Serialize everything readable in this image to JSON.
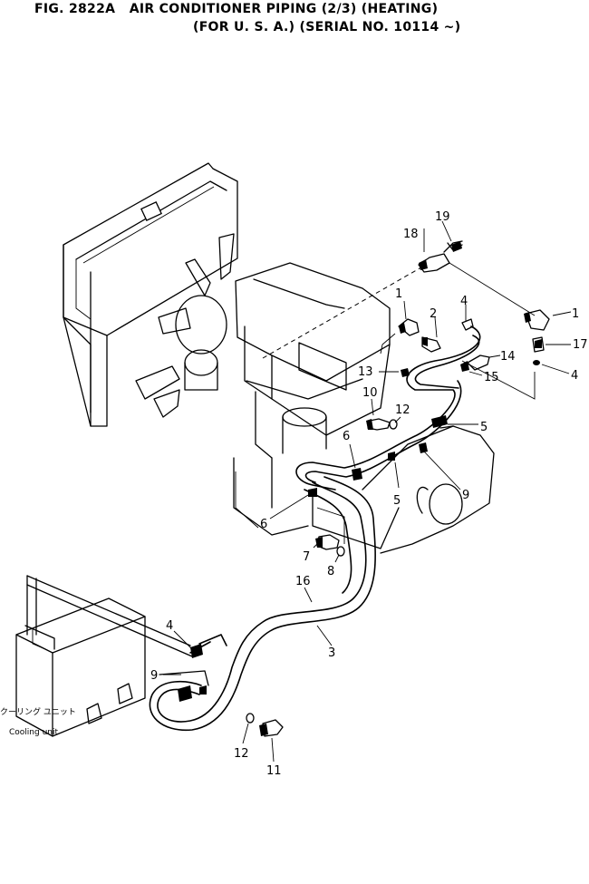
{
  "title": {
    "line1": "FIG. 2822A   AIR CONDITIONER PIPING (2/3) (HEATING)",
    "line2": "(FOR U. S. A.) (SERIAL NO. 10114 ~)"
  },
  "cooling_unit_caption": {
    "japanese": "クーリング ユニット",
    "english": "Cooling unit"
  },
  "callouts": {
    "c19": "19",
    "c18": "18",
    "c1a": "1",
    "c1b": "1",
    "c2": "2",
    "c4a": "4",
    "c4b": "4",
    "c4c": "4",
    "c17": "17",
    "c14": "14",
    "c15": "15",
    "c13": "13",
    "c10": "10",
    "c12a": "12",
    "c12b": "12",
    "c5a": "5",
    "c5b": "5",
    "c6a": "6",
    "c6b": "6",
    "c9a": "9",
    "c9b": "9",
    "c7": "7",
    "c8": "8",
    "c16": "16",
    "c3": "3",
    "c11": "11"
  }
}
